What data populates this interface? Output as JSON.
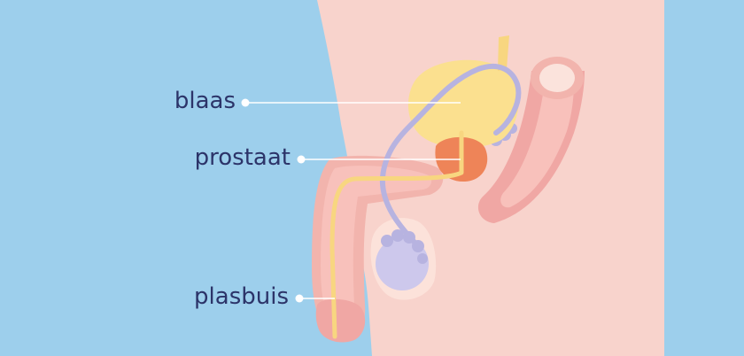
{
  "labels": {
    "bladder": "blaas",
    "prostate": "prostaat",
    "urethra": "plasbuis"
  },
  "colors": {
    "background": "#9dcfec",
    "skin": "#f8d3cc",
    "skin_dark": "#f2b4ad",
    "bladder": "#fbe08f",
    "prostate": "#ee8458",
    "vas_deferens": "#b7b3e0",
    "testis": "#cdc8ec",
    "urethra": "#f8d680",
    "rectum": "#f0a7a4",
    "label_text": "#2c3469",
    "leader_line": "#ffffff"
  }
}
